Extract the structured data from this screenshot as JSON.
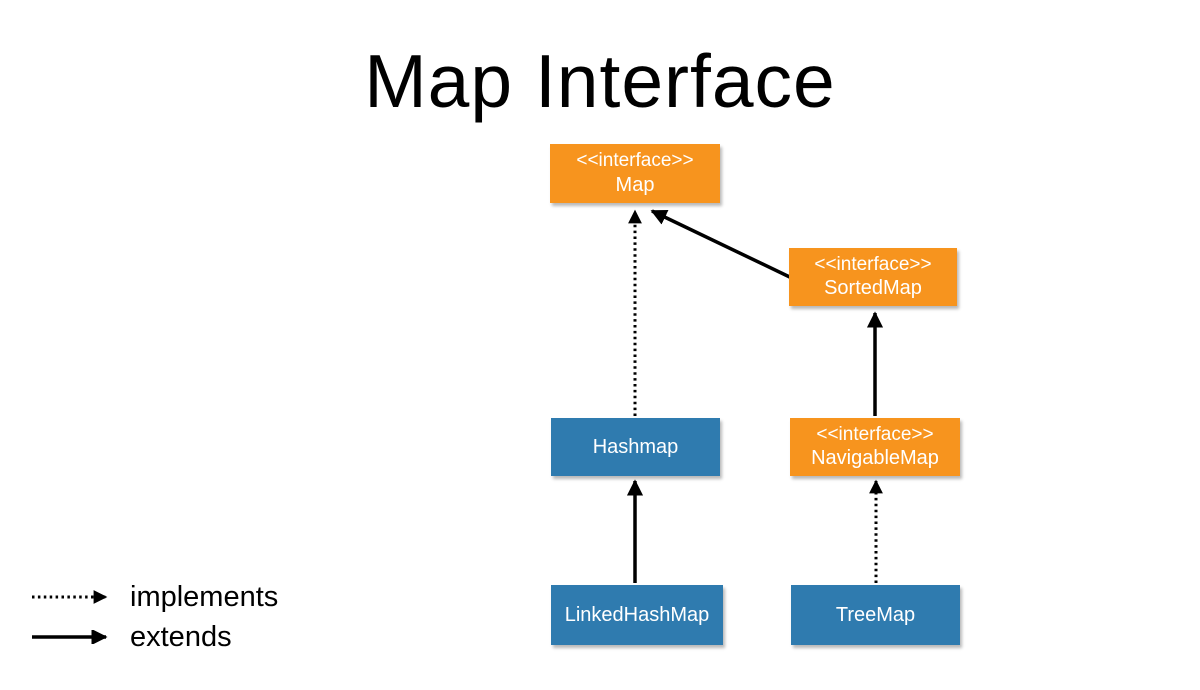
{
  "title": "Map Interface",
  "colors": {
    "bg": "#ffffff",
    "interface_fill": "#F7941E",
    "class_fill": "#2F7BAF",
    "box_text": "#ffffff",
    "arrow_color": "#000000",
    "title_color": "#000000"
  },
  "diagram": {
    "nodes": [
      {
        "id": "map",
        "kind": "interface",
        "stereotype": "<<interface>>",
        "label": "Map"
      },
      {
        "id": "sortedmap",
        "kind": "interface",
        "stereotype": "<<interface>>",
        "label": "SortedMap"
      },
      {
        "id": "hashmap",
        "kind": "class",
        "label": "Hashmap"
      },
      {
        "id": "navigablemap",
        "kind": "interface",
        "stereotype": "<<interface>>",
        "label": "NavigableMap"
      },
      {
        "id": "linkedhashmap",
        "kind": "class",
        "label": "LinkedHashMap"
      },
      {
        "id": "treemap",
        "kind": "class",
        "label": "TreeMap"
      }
    ],
    "edges": [
      {
        "from": "Hashmap",
        "to": "Map",
        "relation": "implements",
        "style": "dotted"
      },
      {
        "from": "SortedMap",
        "to": "Map",
        "relation": "extends",
        "style": "solid"
      },
      {
        "from": "NavigableMap",
        "to": "SortedMap",
        "relation": "extends",
        "style": "solid"
      },
      {
        "from": "LinkedHashMap",
        "to": "Hashmap",
        "relation": "extends",
        "style": "solid"
      },
      {
        "from": "TreeMap",
        "to": "NavigableMap",
        "relation": "implements",
        "style": "dotted"
      }
    ]
  },
  "legend": {
    "items": [
      {
        "style": "dotted",
        "label": "implements"
      },
      {
        "style": "solid",
        "label": "extends"
      }
    ]
  }
}
